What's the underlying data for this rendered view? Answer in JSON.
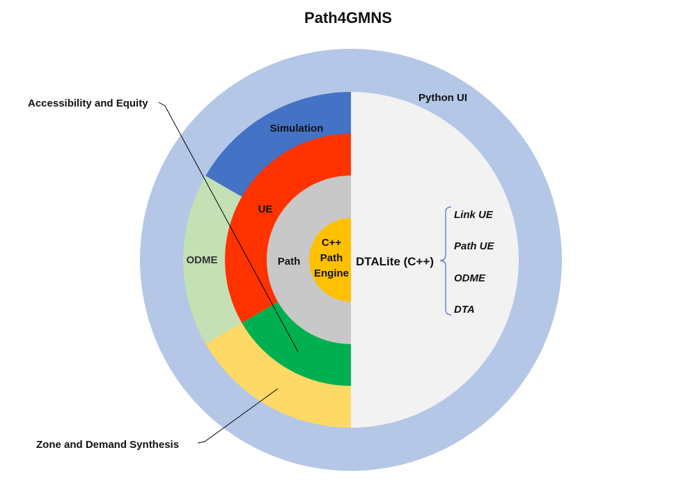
{
  "title": "Path4GMNS",
  "colors": {
    "python_ui": "#b4c7e7",
    "dtalite": "#f2f2f2",
    "simulation": "#4472c4",
    "odme": "#c5e0b4",
    "zone_demand": "#ffd966",
    "ue": "#ff3300",
    "equity": "#00b050",
    "path": "#c8c8c8",
    "engine": "#ffc000",
    "bracket": "#4472c4"
  },
  "layers": {
    "python_ui": "Python UI",
    "simulation": "Simulation",
    "odme": "ODME",
    "ue": "UE",
    "path": "Path",
    "engine": [
      "C++",
      "Path",
      "Engine"
    ],
    "dtalite": "DTALite (C++)"
  },
  "dtalite_features": [
    "Link UE",
    "Path UE",
    "ODME",
    "DTA"
  ],
  "callouts": {
    "accessibility": "Accessibility and Equity",
    "zone_demand": "Zone and Demand Synthesis"
  }
}
